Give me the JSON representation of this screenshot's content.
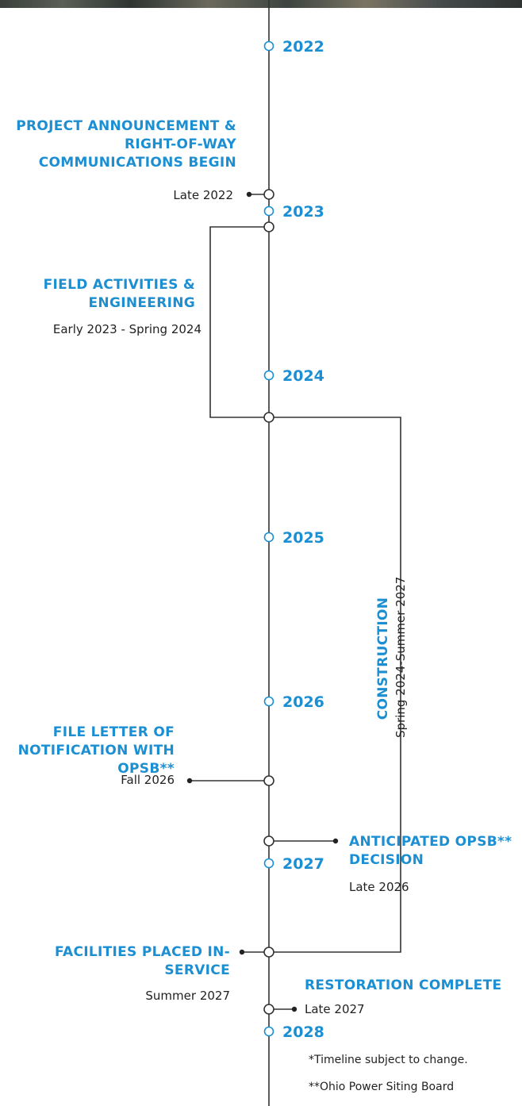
{
  "years": [
    "2022",
    "2023",
    "2024",
    "2025",
    "2026",
    "2027",
    "2028"
  ],
  "milestones": {
    "announcement": {
      "title": "PROJECT ANNOUNCEMENT & RIGHT-OF-WAY COMMUNICATIONS BEGIN",
      "date": "Late 2022"
    },
    "field": {
      "title": "FIELD ACTIVITIES & ENGINEERING",
      "date": "Early 2023 - Spring 2024"
    },
    "construction": {
      "title": "CONSTRUCTION",
      "date": "Spring 2024-Summer 2027"
    },
    "letter": {
      "title": "FILE LETTER OF NOTIFICATION WITH OPSB**",
      "date": "Fall 2026"
    },
    "decision": {
      "title": "ANTICIPATED OPSB** DECISION",
      "date": "Late 2026"
    },
    "facilities": {
      "title": "FACILITIES PLACED IN-SERVICE",
      "date": "Summer 2027"
    },
    "restoration": {
      "title": "RESTORATION COMPLETE",
      "date": "Late 2027"
    }
  },
  "footnotes": {
    "note1": "*Timeline subject to change.",
    "note2": "**Ohio Power Siting Board"
  },
  "colors": {
    "accent": "#1c8fd3",
    "line": "#333333",
    "text": "#222222"
  }
}
